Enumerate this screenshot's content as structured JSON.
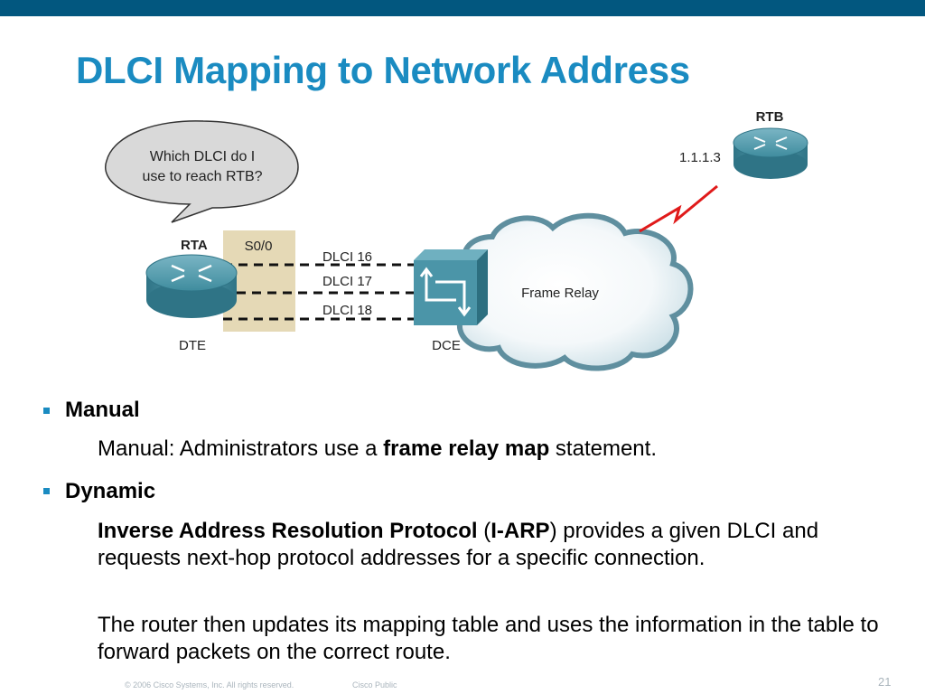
{
  "slide": {
    "title": "DLCI Mapping to Network Address",
    "page_number": "21"
  },
  "diagram": {
    "bubble_line1": "Which DLCI do I",
    "bubble_line2": "use to reach RTB?",
    "rta_label": "RTA",
    "rta_role": "DTE",
    "interface_label": "S0/0",
    "dlcis": [
      "DLCI 16",
      "DLCI 17",
      "DLCI 18"
    ],
    "dce_label": "DCE",
    "cloud_label": "Frame Relay",
    "rtb_label": "RTB",
    "rtb_address": "1.1.1.3",
    "colors": {
      "router": "#3d8a9c",
      "cloud": "#9fc5d1",
      "link": "#e01a1a",
      "interface_box": "#e5d9b6"
    }
  },
  "bullets": {
    "manual": {
      "heading": "Manual",
      "text_pre": "Manual: Administrators use a ",
      "text_bold": "frame relay map",
      "text_post": " statement."
    },
    "dynamic": {
      "heading": "Dynamic",
      "p1_bold1": "Inverse Address Resolution Protocol",
      "p1_mid1": " (",
      "p1_bold2": "I-ARP",
      "p1_rest": ") provides a given DLCI and requests next-hop protocol addresses for a specific connection.",
      "p2": "The router then updates its mapping table and uses the information in the table to forward packets on the correct route."
    }
  },
  "footer": {
    "copyright": "© 2006 Cisco Systems, Inc. All rights reserved.",
    "classification": "Cisco Public"
  }
}
